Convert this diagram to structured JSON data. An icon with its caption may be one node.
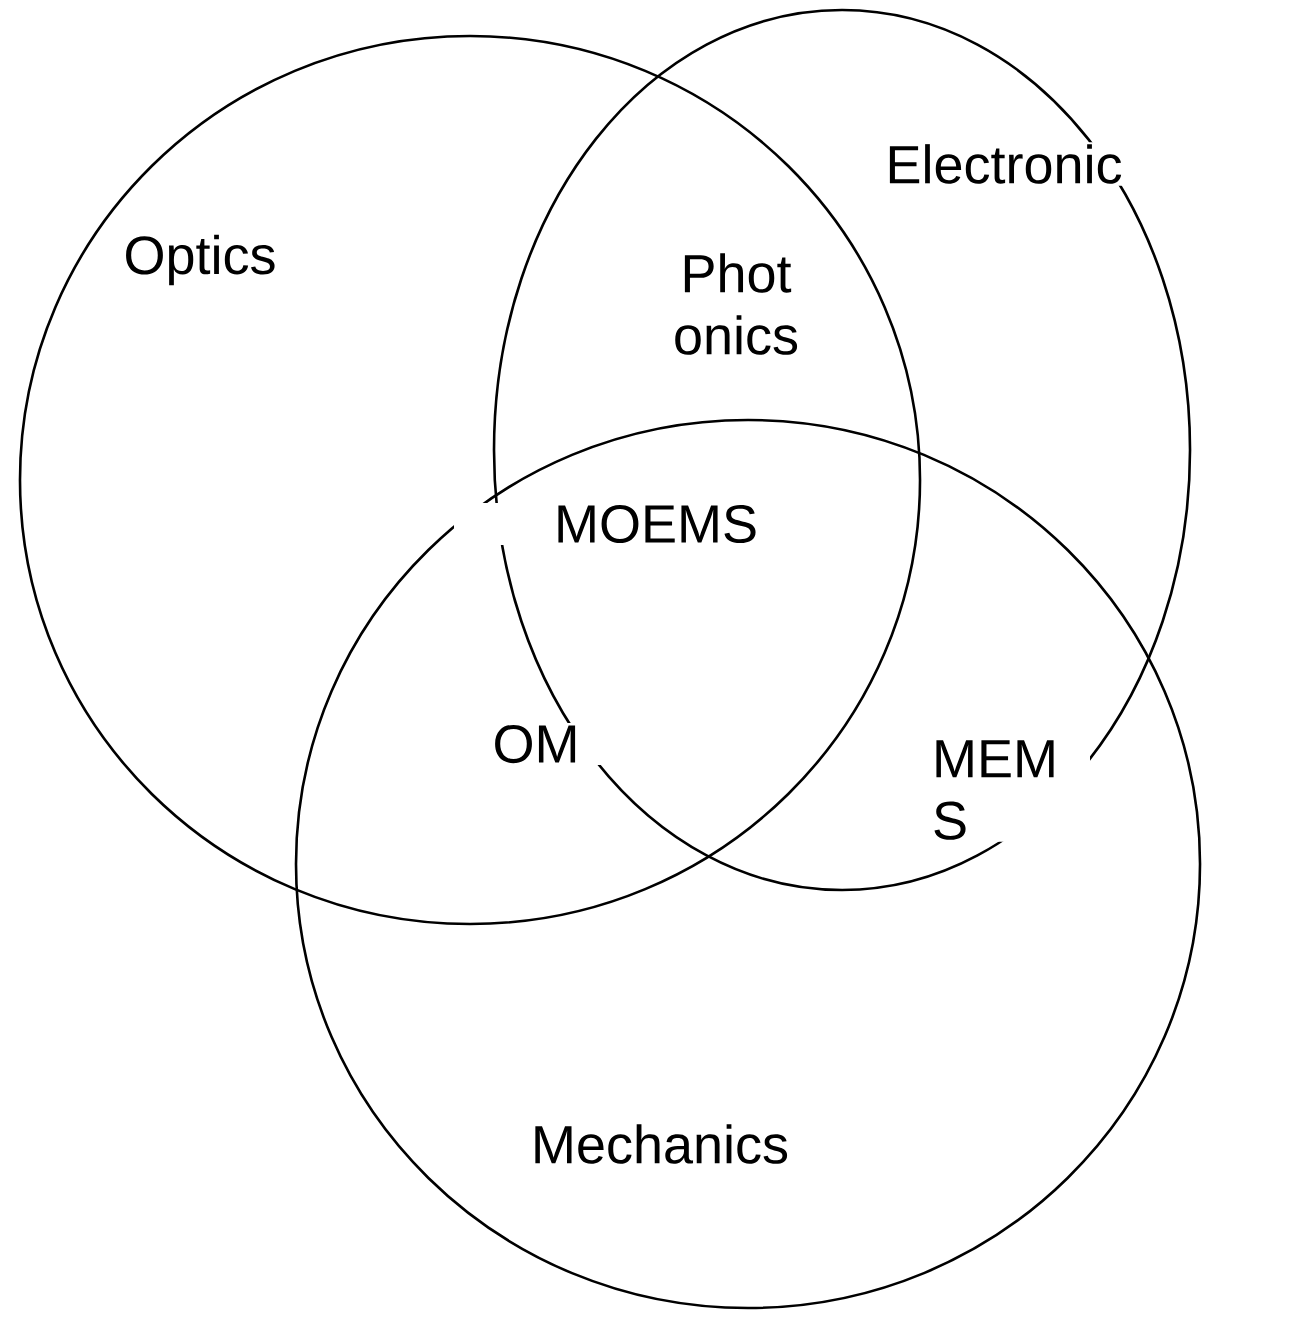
{
  "diagram": {
    "nodes": [
      {
        "text": [
          "Optics"
        ]
      },
      {
        "text": [
          "Electronic"
        ]
      },
      {
        "text": [
          "Mechanics"
        ]
      }
    ],
    "edges": [],
    "labels": [
      "Phot onics",
      "MOEMS",
      "OM",
      "MEM S"
    ]
  }
}
